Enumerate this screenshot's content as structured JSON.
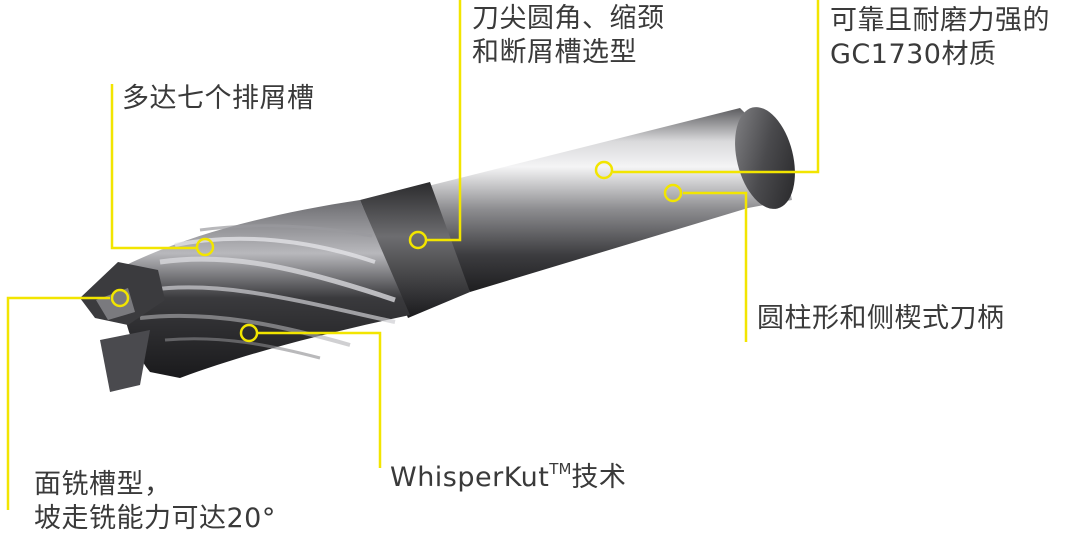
{
  "colors": {
    "callout_line": "#F2E500",
    "text": "#3a3a3a",
    "background": "#ffffff"
  },
  "callouts": {
    "flutes": {
      "line1": "多达七个排屑槽"
    },
    "corner": {
      "line1": "刀尖圆角、缩颈",
      "line2": "和断屑槽选型"
    },
    "grade": {
      "line1": "可靠且耐磨力强的",
      "line2": "GC1730材质"
    },
    "shank": {
      "line1": "圆柱形和侧楔式刀柄"
    },
    "whisperkut": {
      "prefix": "WhisperKut",
      "tm": "TM",
      "suffix": "技术"
    },
    "face": {
      "line1": "面铣槽型，",
      "line2": "坡走铣能力可达20°"
    }
  },
  "icons": {
    "end_mill": "end-mill-illustration",
    "marker": "callout-circle-marker"
  }
}
